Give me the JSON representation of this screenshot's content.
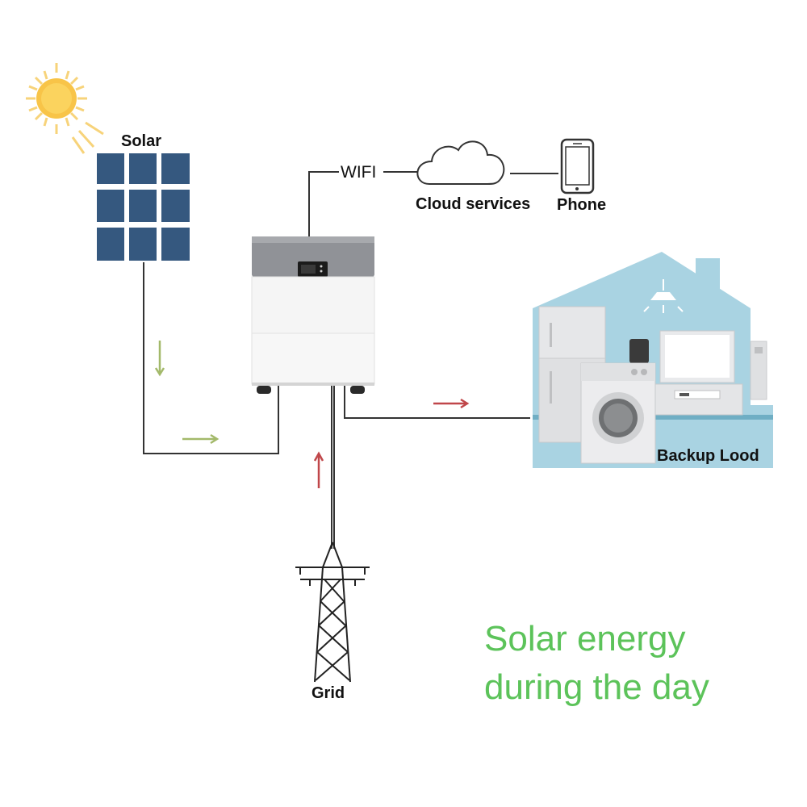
{
  "labels": {
    "solar": "Solar",
    "wifi": "WIFI",
    "cloud": "Cloud services",
    "phone": "Phone",
    "backup": "Backup Lood",
    "grid": "Grid"
  },
  "title": {
    "line1": "Solar energy",
    "line2": "during the day"
  },
  "colors": {
    "title_green": "#5cc35a",
    "solar_arrow": "#a3b96a",
    "grid_arrow": "#c0474a",
    "panel_blue": "#35587f",
    "house_blue": "#a9d3e2",
    "wire": "#333333"
  },
  "icons": [
    "sun-icon",
    "solar-panel-icon",
    "cloud-icon",
    "phone-icon",
    "battery-inverter-icon",
    "house-appliances-icon",
    "power-tower-icon"
  ]
}
